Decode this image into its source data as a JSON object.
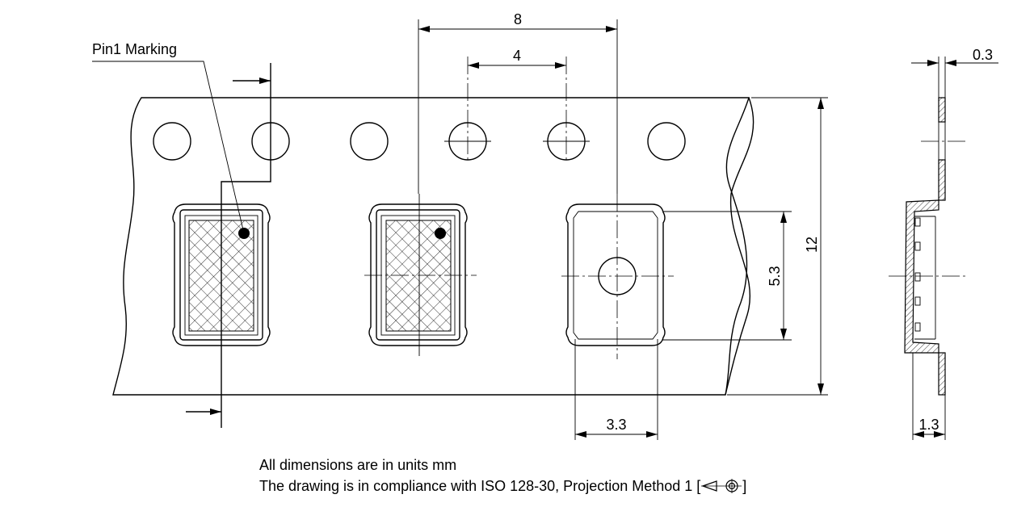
{
  "callouts": {
    "pin1_marking": "Pin1 Marking"
  },
  "dimensions": {
    "pocket_pitch": "8",
    "sprocket_hole_pitch": "4",
    "tape_width": "12",
    "pocket_length": "5.3",
    "pocket_width": "3.3",
    "cover_tape_thickness": "0.3",
    "pocket_depth": "1.3"
  },
  "notes": {
    "units": "All dimensions are in units mm",
    "compliance": "The drawing is in compliance with ISO 128-30, Projection Method 1 [",
    "compliance_close": "]"
  }
}
